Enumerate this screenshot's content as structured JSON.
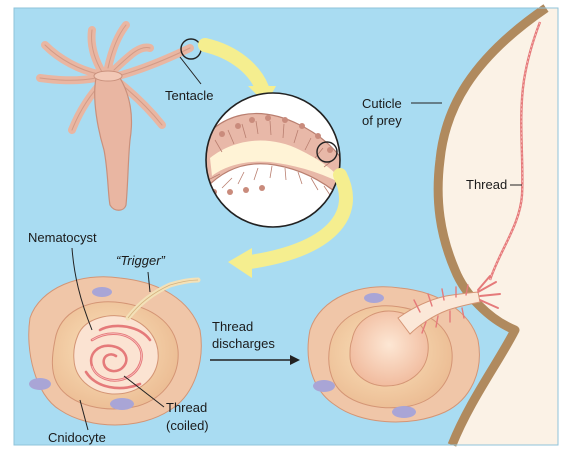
{
  "labels": {
    "tentacle": "Tentacle",
    "cuticle_line1": "Cuticle",
    "cuticle_line2": "of prey",
    "thread_right": "Thread",
    "nematocyst": "Nematocyst",
    "trigger": "“Trigger”",
    "thread_discharges_line1": "Thread",
    "thread_discharges_line2": "discharges",
    "thread_coiled_line1": "Thread",
    "thread_coiled_line2": "(coiled)",
    "cnidocyte": "Cnidocyte"
  },
  "colors": {
    "background": "#a9dcf2",
    "hydra_body": "#e9b6a2",
    "prey_cuticle": "#b08a5e",
    "prey_fill": "#fbf2e6",
    "thread": "#e57a7a",
    "arrow": "#f5ee8f",
    "cell": "#f3c9a0",
    "cell_dark": "#d49575",
    "nucleus": "#a9a5d6",
    "nematocyst": "#f7d9b6"
  }
}
